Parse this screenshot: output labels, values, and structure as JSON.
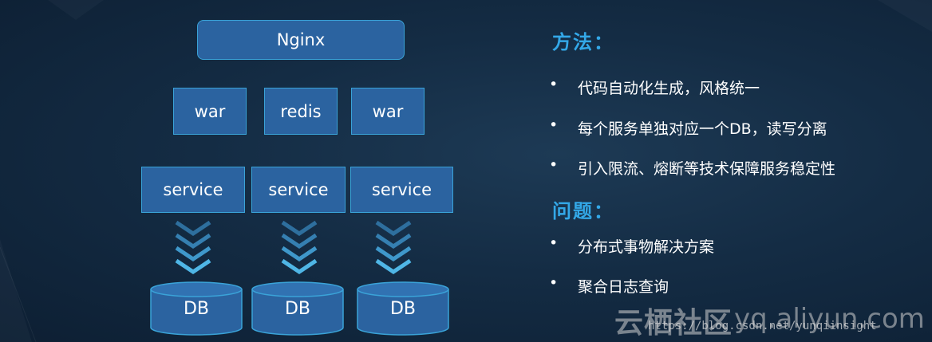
{
  "diagram": {
    "nginx": "Nginx",
    "web_tier": [
      "war",
      "redis",
      "war"
    ],
    "service_tier": [
      "service",
      "service",
      "service"
    ],
    "db_tier": [
      "DB",
      "DB",
      "DB"
    ]
  },
  "methods": {
    "heading": "方法：",
    "items": [
      "代码自动化生成，风格统一",
      "每个服务单独对应一个DB，读写分离",
      "引入限流、熔断等技术保障服务稳定性"
    ]
  },
  "problems": {
    "heading": "问题：",
    "items": [
      "分布式事物解决方案",
      "聚合日志查询"
    ]
  },
  "watermark": {
    "brand": "云栖社区",
    "domain": "yq.aliyun.com",
    "url": "https://blog.csdn.net/yunqiinsight"
  },
  "colors": {
    "box_fill": "#2b63a0",
    "box_border": "#3aa3d8",
    "heading": "#33a8e8",
    "chevron": "#4fb6e6"
  }
}
